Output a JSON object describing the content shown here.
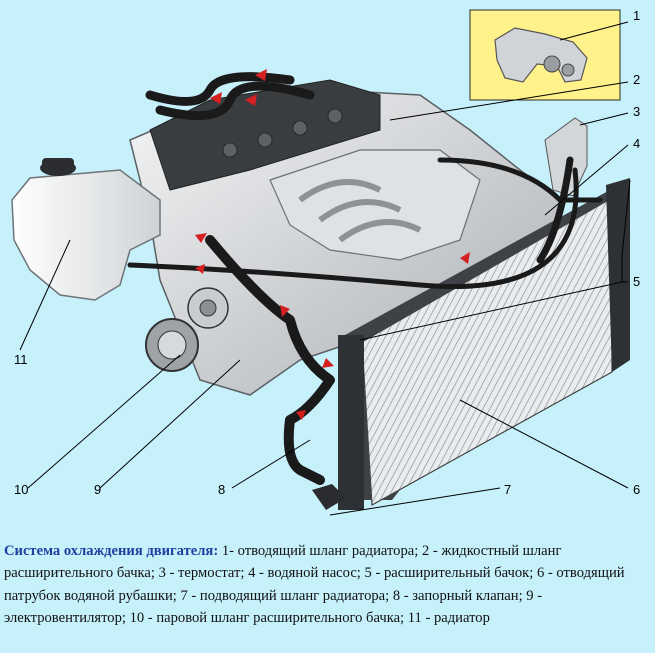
{
  "callouts": {
    "n1": "1",
    "n2": "2",
    "n3": "3",
    "n4": "4",
    "n5": "5",
    "n6": "6",
    "n7": "7",
    "n8": "8",
    "n9": "9",
    "n10": "10",
    "n11": "11"
  },
  "caption": {
    "title": "Система охлаждения двигателя:",
    "text": " 1- отводящий шланг радиатора; 2 - жидкостный шланг расширительного бачка; 3 - термостат; 4 - водяной насос; 5 - расширительный бачок; 6 - отводящий патрубок водяной рубашки; 7 - подводящий шланг радиатора; 8 - запорный клапан; 9 - электровентилятор; 10 - паровой шланг расширительного бачка; 11 - радиатор"
  },
  "colors": {
    "background": "#c6f1fb",
    "inset": "#fff28a",
    "hose": "#1a1a1a",
    "flow_arrow": "#d42020",
    "title": "#1f3fa0"
  }
}
